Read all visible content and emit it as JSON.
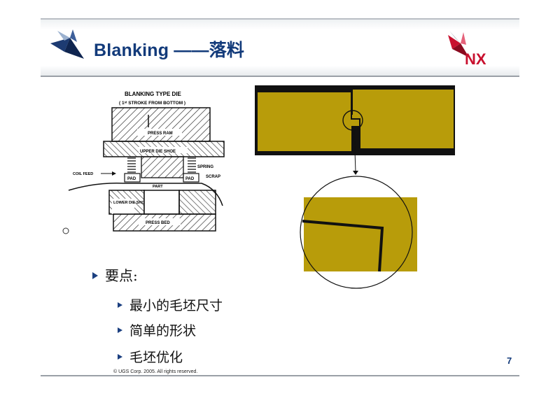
{
  "header": {
    "title": "Blanking ——落料",
    "brand": "NX"
  },
  "diagram": {
    "title": "BLANKING TYPE DIE",
    "subtitle": "( 1ˢᵗ STROKE FROM BOTTOM )",
    "labels": {
      "press_ram": "PRESS RAM",
      "upper_die_shoe": "UPPER DIE SHOE",
      "spring": "SPRING",
      "coil_feed": "COIL FEED",
      "pad_left": "PAD",
      "pad_right": "PAD",
      "scrap": "SCRAP",
      "part": "PART",
      "lower_die_shoe": "LOWER DIE SHOE",
      "press_bed": "PRESS BED"
    }
  },
  "colors": {
    "title_blue": "#123a7a",
    "brand_red": "#c8102e",
    "sheet_yellow": "#b89c0a"
  },
  "bullets": {
    "main": "要点:",
    "items": [
      "最小的毛坯尺寸",
      "简单的形状",
      "毛坯优化"
    ]
  },
  "footer": {
    "copyright": "© UGS Corp. 2005. All rights reserved.",
    "page_number": "7"
  }
}
